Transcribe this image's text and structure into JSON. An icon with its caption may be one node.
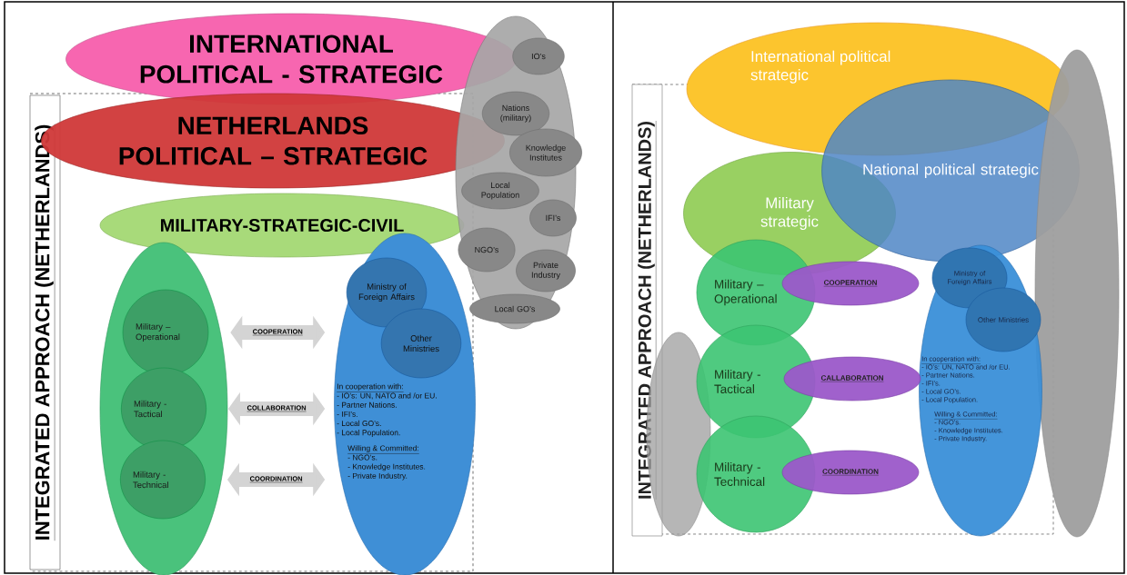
{
  "diagram": {
    "nodes": [
      {
        "text": [
          "INTEGRATED APPROACH (NETHERLANDS)"
        ]
      },
      {
        "text": [
          "INTERNATIONAL POLITICAL - STRATEGIC"
        ]
      },
      {
        "text": [
          "NETHERLANDS POLITICAL – STRATEGIC"
        ]
      },
      {
        "text": [
          "MILITARY-STRATEGIC-CIVIL"
        ]
      },
      {
        "text": [],
        "shape": "ellipse"
      },
      {
        "text": [
          "IO’s"
        ],
        "in": 4
      },
      {
        "text": [
          "Nations (military)"
        ],
        "in": 4
      },
      {
        "text": [
          "Knowledge Institutes"
        ],
        "in": 4
      },
      {
        "text": [
          "Local Population"
        ],
        "in": 4
      },
      {
        "text": [
          "IFI’s"
        ],
        "in": 4
      },
      {
        "text": [
          "NGO’s"
        ],
        "in": 4
      },
      {
        "text": [
          "Private Industry"
        ],
        "in": 4
      },
      {
        "text": [
          "Local GO’s"
        ],
        "in": 4
      },
      {
        "text": [],
        "shape": "ellipse"
      },
      {
        "text": [
          "Military – Operational"
        ],
        "in": 13
      },
      {
        "text": [
          "Military - Tactical"
        ],
        "in": 13
      },
      {
        "text": [
          "Military - Technical"
        ],
        "in": 13
      },
      {
        "text": [
          "In cooperation with:",
          "- IO’s: UN, NATO and /or EU.",
          "- Partner Nations.",
          "- IFI’s.",
          "- Local GO’s.",
          "- Local Population.",
          "Willing & Committed:",
          "- NGO’s.",
          "- Knowledge Institutes.",
          "- Private Industry."
        ]
      },
      {
        "text": [
          "Ministry of Foreign Affairs"
        ],
        "in": 17
      },
      {
        "text": [
          "Other Ministries"
        ],
        "in": 17
      },
      {
        "text": [
          "INTEGRATED APPROACH (NETHERLANDS)"
        ]
      },
      {
        "text": [
          "International political strategic"
        ]
      },
      {
        "text": [
          "Military strategic"
        ]
      },
      {
        "text": [
          "National political strategic"
        ]
      },
      {
        "text": [],
        "shape": "ellipse"
      },
      {
        "text": [],
        "shape": "ellipse"
      },
      {
        "text": [
          "Military – Operational"
        ]
      },
      {
        "text": [
          "Military - Tactical"
        ]
      },
      {
        "text": [
          "Military - Technical"
        ]
      },
      {
        "text": [
          "In cooperation with:",
          "- IO’s: UN, NATO and /or EU.",
          "- Partner Nations.",
          "- IFI’s.",
          "- Local GO’s.",
          "- Local Population.",
          "Willing & Committed:",
          "- NGO’s.",
          "- Knowledge Institutes.",
          "- Private Industry."
        ]
      },
      {
        "text": [
          "Ministry of Foreign Affairs"
        ],
        "in": 29
      },
      {
        "text": [
          "Other Ministries"
        ],
        "in": 29
      },
      {
        "text": [
          "COOPERATION"
        ]
      },
      {
        "text": [
          "CALLABORATION"
        ]
      },
      {
        "text": [
          "COORDINATION"
        ]
      }
    ],
    "edges": [
      {
        "from": 14,
        "to": 17,
        "arrow": "both",
        "label": "COOPERATION"
      },
      {
        "from": 15,
        "to": 17,
        "arrow": "both",
        "label": "COLLABORATION"
      },
      {
        "from": 16,
        "to": 17,
        "arrow": "both",
        "label": "COORDINATION"
      }
    ]
  }
}
